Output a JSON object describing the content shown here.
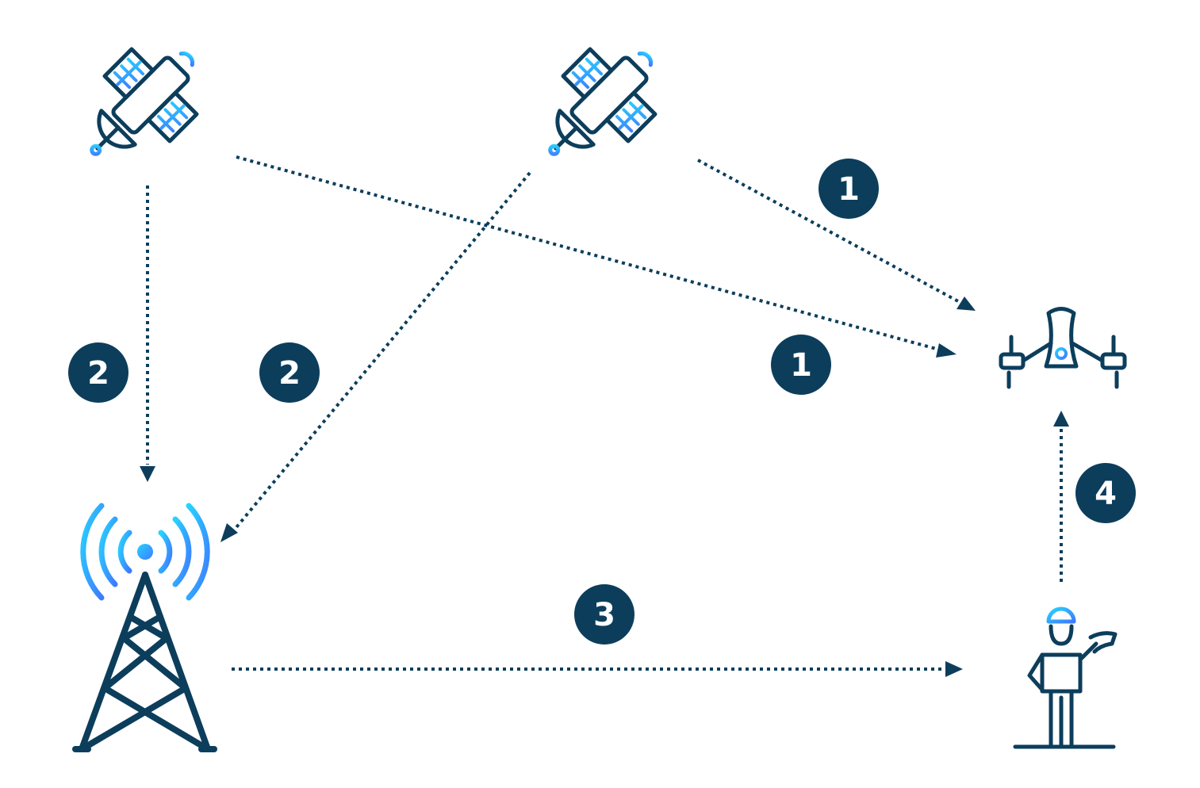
{
  "colors": {
    "navy": "#0c3e5c",
    "accent_start": "#27d3ff",
    "accent_end": "#3e7bff",
    "badge_text": "#ffffff"
  },
  "icons": {
    "satellite_1": "satellite-icon",
    "satellite_2": "satellite-icon",
    "tower": "cell-tower-icon",
    "drone": "drone-icon",
    "operator": "operator-with-controller-icon"
  },
  "badges": {
    "sat2_to_drone": "1",
    "sat1_to_drone": "1",
    "sat1_to_tower": "2",
    "sat2_to_tower": "2",
    "tower_to_operator": "3",
    "operator_to_drone": "4"
  }
}
